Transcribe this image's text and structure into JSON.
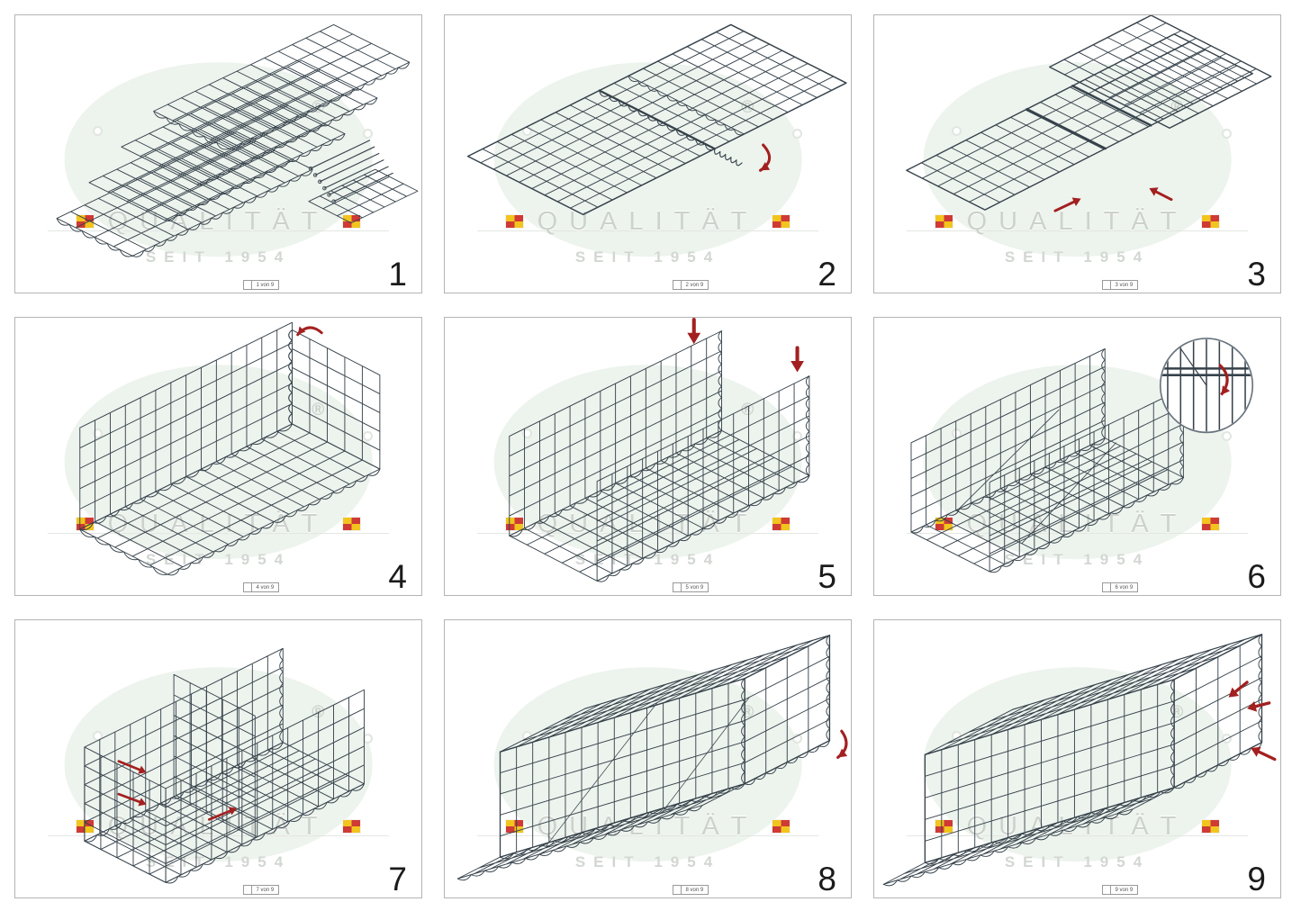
{
  "watermark": {
    "line1": "QUALITÄT",
    "line2": "SEIT 1954",
    "registered": "®"
  },
  "panels": [
    {
      "step": "1",
      "footer": "1 von 9"
    },
    {
      "step": "2",
      "footer": "2 von 9"
    },
    {
      "step": "3",
      "footer": "3 von 9"
    },
    {
      "step": "4",
      "footer": "4 von 9"
    },
    {
      "step": "5",
      "footer": "5 von 9"
    },
    {
      "step": "6",
      "footer": "6 von 9"
    },
    {
      "step": "7",
      "footer": "7 von 9"
    },
    {
      "step": "8",
      "footer": "8 von 9"
    },
    {
      "step": "9",
      "footer": "9 von 9"
    }
  ],
  "colors": {
    "mesh": "#36424b",
    "red": "#a32020",
    "ellipse": "#edf3ed",
    "wm_text": "#ccd2cc"
  }
}
